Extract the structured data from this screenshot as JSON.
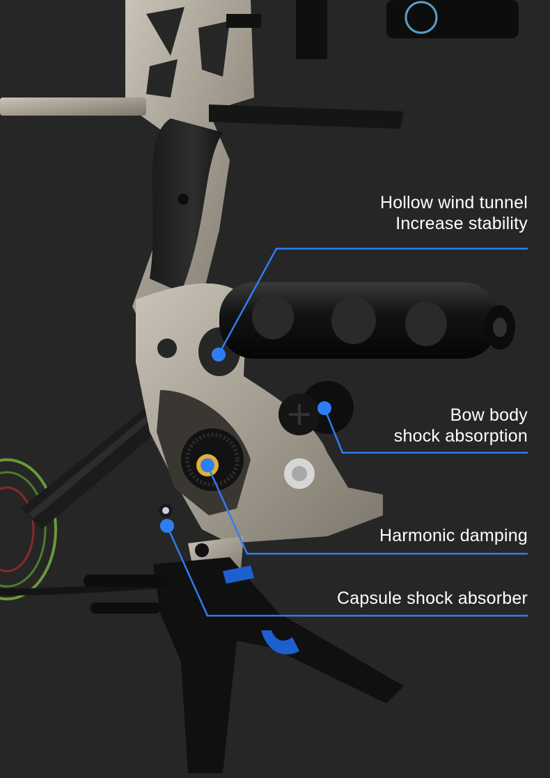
{
  "scene": {
    "background": "#262626",
    "accent": "#2f7df6",
    "metal": "#a7a095",
    "dark": "#111111"
  },
  "annotations": [
    {
      "lines": [
        "Hollow wind tunnel",
        "Increase stability"
      ]
    },
    {
      "lines": [
        "Bow body",
        "shock absorption"
      ]
    },
    {
      "lines": [
        "Harmonic damping"
      ]
    },
    {
      "lines": [
        "Capsule shock absorber"
      ]
    }
  ]
}
